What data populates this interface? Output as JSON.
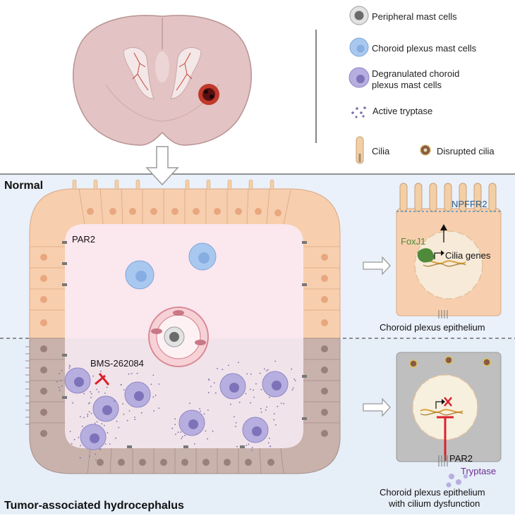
{
  "legend": {
    "peripheral": "Peripheral mast cells",
    "choroid": "Choroid plexus mast cells",
    "degranulated_line1": "Degranulated choroid",
    "degranulated_line2": "plexus mast cells",
    "tryptase": "Active tryptase",
    "cilia": "Cilia",
    "disrupted": "Disrupted cilia"
  },
  "sections": {
    "normal": "Normal",
    "tumor": "Tumor-associated hydrocephalus"
  },
  "labels": {
    "par2": "PAR2",
    "inhibitor": "BMS-262084",
    "npffr2": "NPFFR2",
    "foxj1": "FoxJ1",
    "cilia_genes": "Cilia genes",
    "cpe": "Choroid plexus epithelium",
    "cpe_dys_line1": "Choroid plexus epithelium",
    "cpe_dys_line2": "with cilium dysfunction",
    "par2_right": "PAR2",
    "tryptase": "Tryptase"
  },
  "colors": {
    "normal_bg": "#eaf1fa",
    "tumor_bg": "#e6eef8",
    "lumen": "#fbe7ee",
    "epithelium_normal": "#f7cfae",
    "epithelium_tumor": "#c9b2ac",
    "mast_blue": "#a9c8ef",
    "mast_purple": "#b7aee0",
    "tryptase": "#7a70a8",
    "nucleus_orange": "#e9a77f",
    "red": "#d9232d",
    "foxj1_green": "#4f8a3a",
    "tryptase_text": "#6a2d8f"
  }
}
